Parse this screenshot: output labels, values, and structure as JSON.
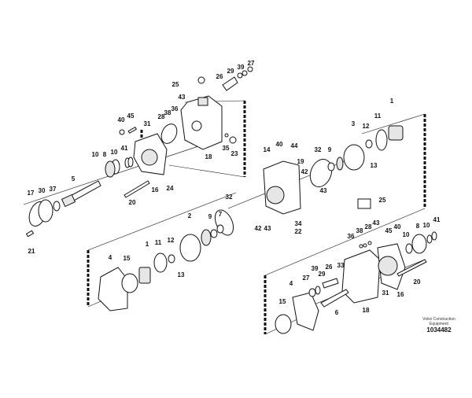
{
  "diagram": {
    "title": "Hydraulic pump exploded view",
    "callouts": {
      "top_left": [
        "25",
        "26",
        "29",
        "39",
        "27",
        "43",
        "28",
        "38",
        "36",
        "40",
        "45",
        "31",
        "10",
        "8",
        "10",
        "41",
        "5",
        "16",
        "24",
        "20",
        "17",
        "30",
        "37",
        "21",
        "18",
        "35",
        "23"
      ],
      "middle_right": [
        "1",
        "11",
        "12",
        "3",
        "13",
        "14",
        "40",
        "44",
        "19",
        "32",
        "9",
        "42",
        "43",
        "42",
        "43",
        "34",
        "22",
        "25"
      ],
      "bottom_left": [
        "2",
        "9",
        "7",
        "1",
        "11",
        "12",
        "13",
        "4",
        "15",
        "32"
      ],
      "bottom_right": [
        "36",
        "38",
        "28",
        "43",
        "45",
        "40",
        "10",
        "8",
        "10",
        "41",
        "39",
        "29",
        "26",
        "33",
        "27",
        "4",
        "15",
        "6",
        "18",
        "31",
        "16",
        "20"
      ]
    },
    "watermark": {
      "line1": "Volvo Construction",
      "line2": "Equipment",
      "number": "1034482"
    }
  }
}
